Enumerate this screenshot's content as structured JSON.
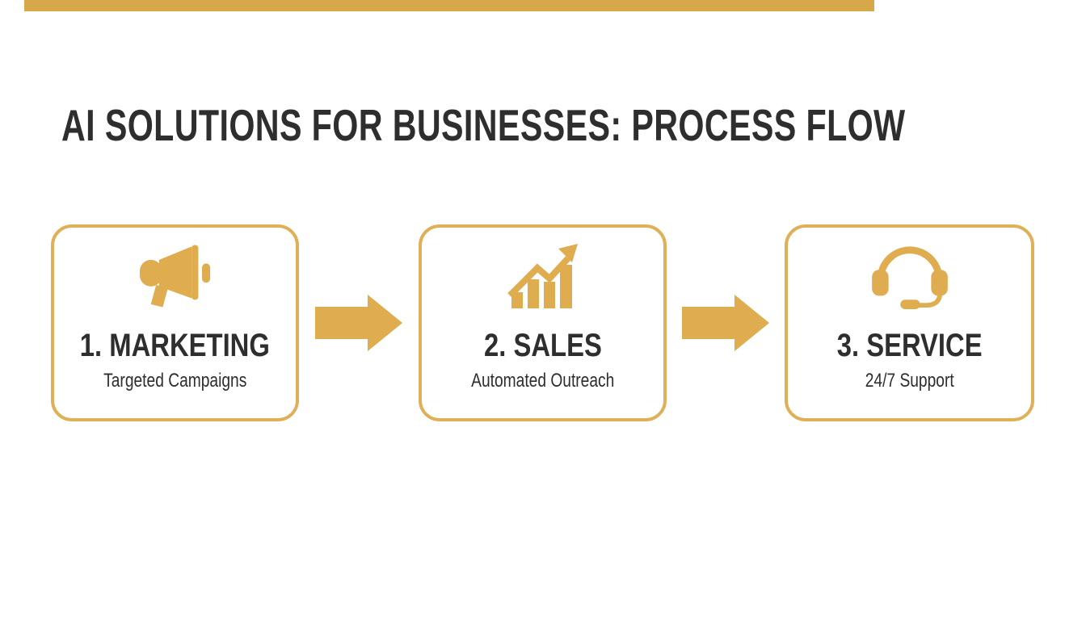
{
  "colors": {
    "gold": "#DFAC4F",
    "border_gold": "#E0B058",
    "top_bar": "#D6A84A",
    "text_dark": "#2E2E2E",
    "background": "#FFFFFF"
  },
  "header": {
    "title": "AI SOLUTIONS FOR BUSINESSES: PROCESS FLOW"
  },
  "flow": {
    "connector_icon": "right-arrow-icon",
    "steps": [
      {
        "id": "marketing",
        "icon": "megaphone-icon",
        "label": "1. MARKETING",
        "sublabel": "Targeted Campaigns"
      },
      {
        "id": "sales",
        "icon": "growth-chart-icon",
        "label": "2. SALES",
        "sublabel": "Automated Outreach"
      },
      {
        "id": "service",
        "icon": "headset-icon",
        "label": "3. SERVICE",
        "sublabel": "24/7 Support"
      }
    ]
  }
}
